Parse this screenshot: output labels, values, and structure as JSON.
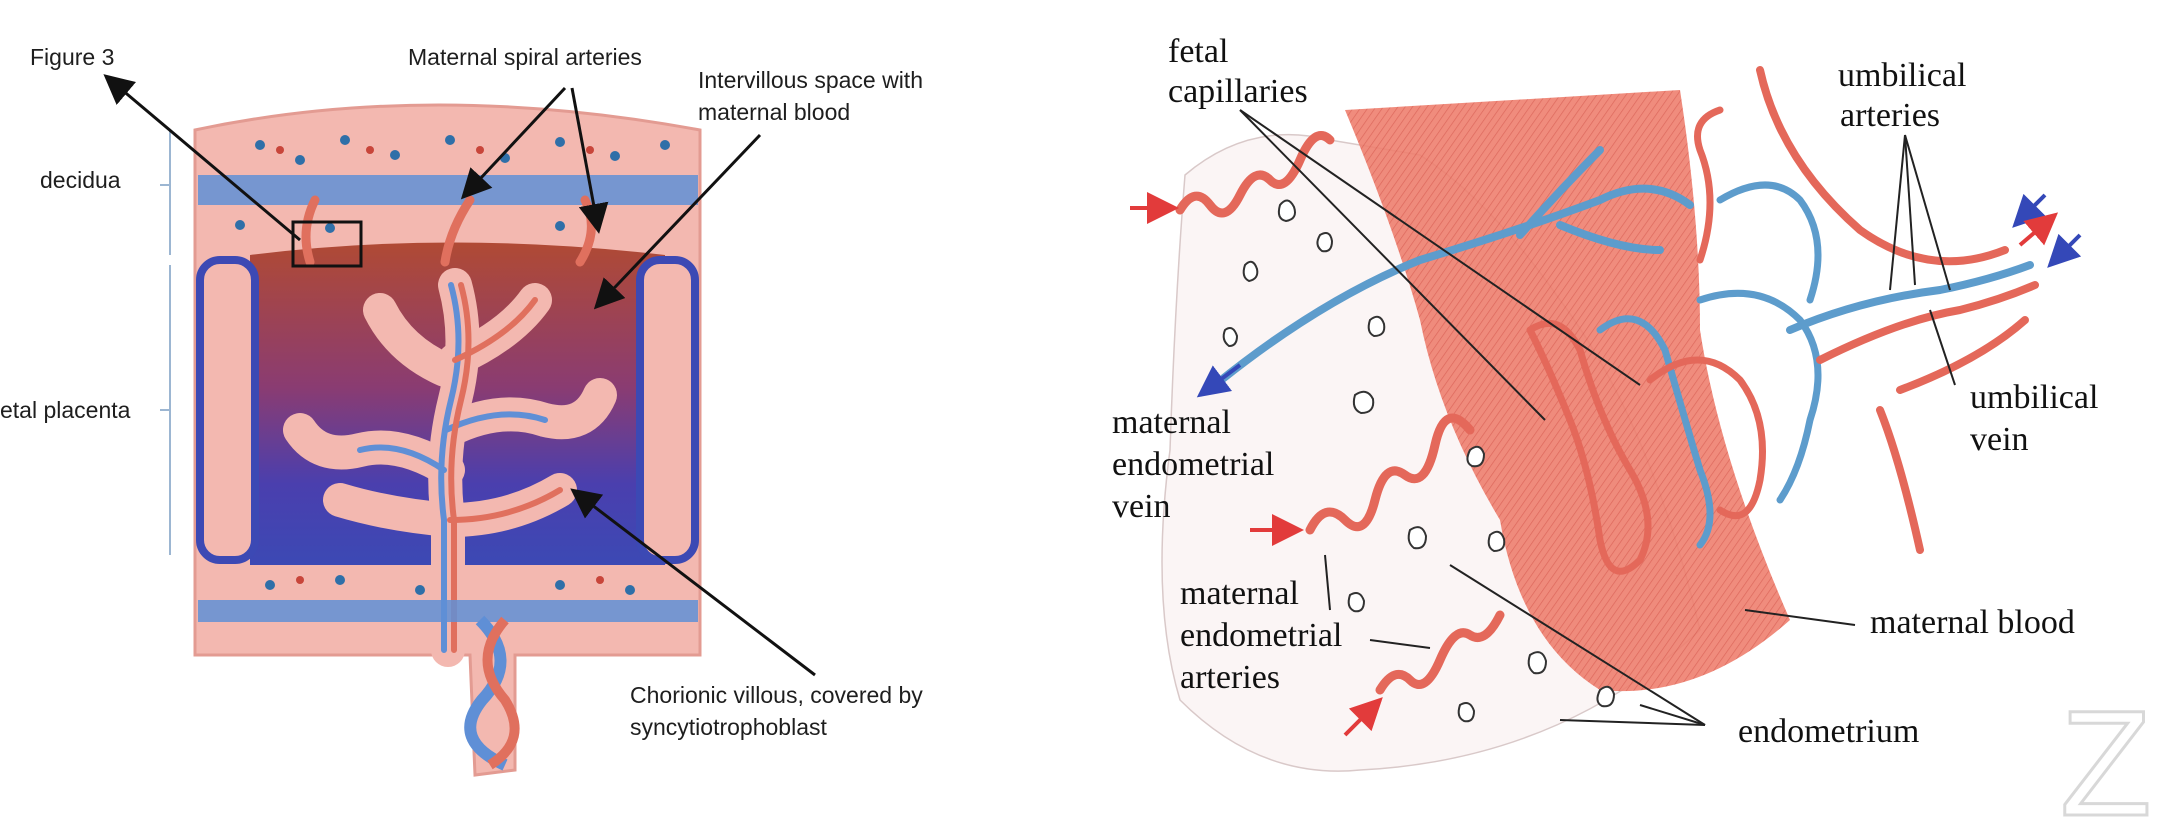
{
  "left_figure": {
    "figure_label": "Figure 3",
    "labels": {
      "decidua": "decidua",
      "fetal_placenta": "etal placenta",
      "maternal_spiral_arteries": "Maternal spiral arteries",
      "intervillous_line1": "Intervillous space with",
      "intervillous_line2": "maternal blood",
      "chorionic_line1": "Chorionic villous, covered by",
      "chorionic_line2": "syncytiotrophoblast"
    },
    "colors": {
      "artery": "#e0705e",
      "vein": "#5f8fd6",
      "tissue": "#f3b8b0",
      "blood_pool": "#b04a34",
      "deep": "#3c49b4"
    }
  },
  "right_figure": {
    "labels": {
      "fetal_capillaries_1": "fetal",
      "fetal_capillaries_2": "capillaries",
      "umbilical_arteries_1": "umbilical",
      "umbilical_arteries_2": "arteries",
      "umbilical_vein_1": "umbilical",
      "umbilical_vein_2": "vein",
      "maternal_vein_1": "maternal",
      "maternal_vein_2": "endometrial",
      "maternal_vein_3": "vein",
      "maternal_arteries_1": "maternal",
      "maternal_arteries_2": "endometrial",
      "maternal_arteries_3": "arteries",
      "maternal_blood": "maternal blood",
      "endometrium": "endometrium"
    },
    "colors": {
      "artery": "#e4685a",
      "vein": "#5d9ccc",
      "blood": "#ee7f6e",
      "arrow_red": "#e23b3b",
      "arrow_blue": "#3448b8"
    }
  },
  "watermark": {
    "text": "Z"
  }
}
